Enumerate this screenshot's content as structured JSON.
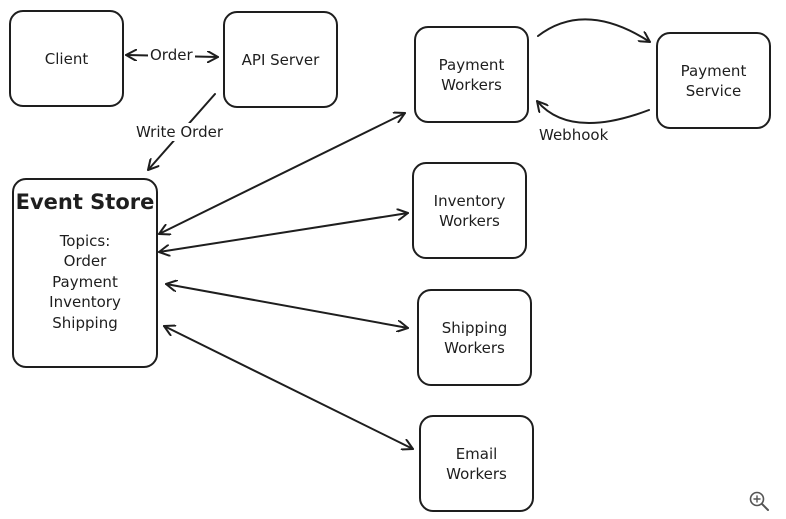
{
  "nodes": {
    "client": "Client",
    "api_server": "API Server",
    "event_store": {
      "title": "Event Store",
      "topics_label": "Topics:",
      "topics": [
        "Order",
        "Payment",
        "Inventory",
        "Shipping"
      ]
    },
    "payment_workers": [
      "Payment",
      "Workers"
    ],
    "payment_service": [
      "Payment",
      "Service"
    ],
    "inventory_workers": [
      "Inventory",
      "Workers"
    ],
    "shipping_workers": [
      "Shipping",
      "Workers"
    ],
    "email_workers": [
      "Email",
      "Workers"
    ]
  },
  "edges": {
    "order": "Order",
    "write_order": "Write Order",
    "webhook": "Webhook"
  },
  "controls": {
    "zoom_icon": "zoom-in-icon"
  },
  "colors": {
    "stroke": "#1e1e1e",
    "background": "#ffffff"
  }
}
